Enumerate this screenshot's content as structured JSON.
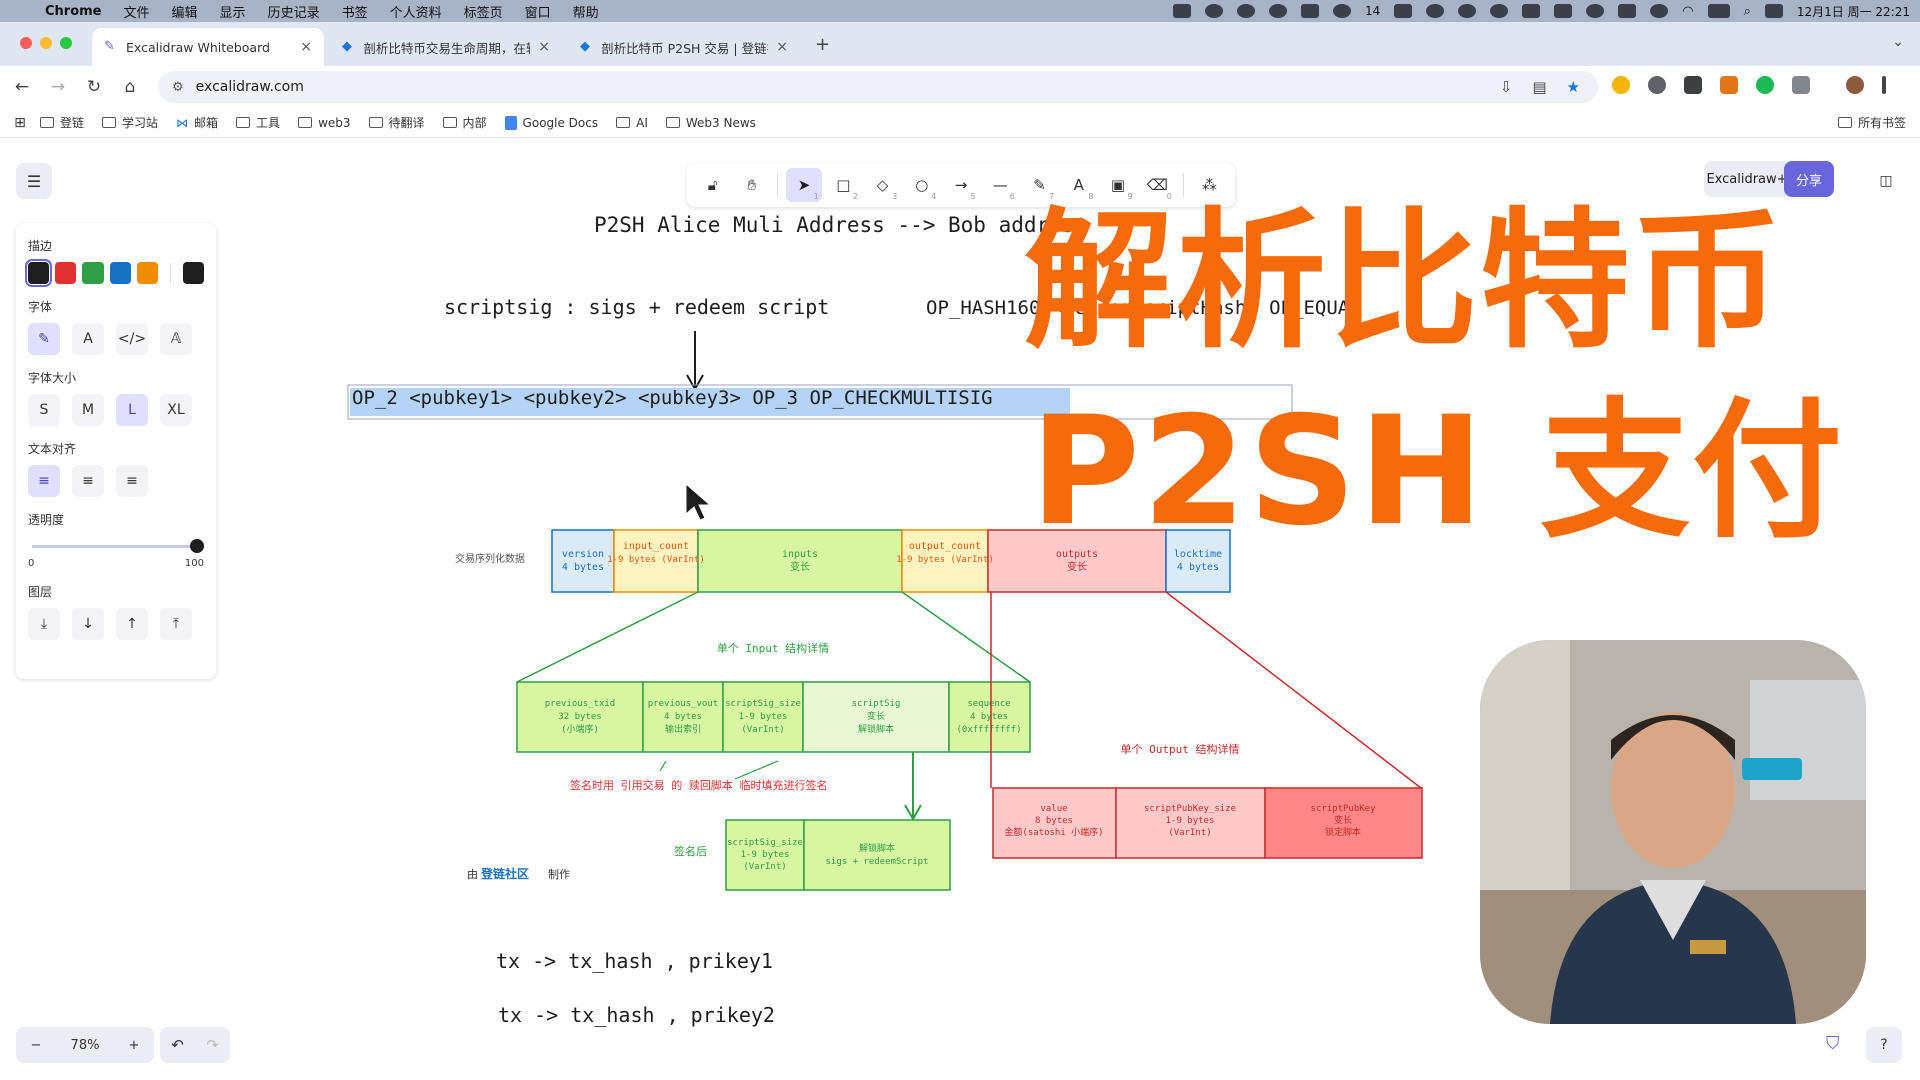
{
  "menubar": {
    "app_name": "Chrome",
    "items": [
      "文件",
      "编辑",
      "显示",
      "历史记录",
      "书签",
      "个人资料",
      "标签页",
      "窗口",
      "帮助"
    ],
    "badge_count": "14",
    "datetime": "12月1日 周一 22:21"
  },
  "tabs": [
    {
      "title": "Excalidraw Whiteboard",
      "active": true
    },
    {
      "title": "剖析比特币交易生命周期，在转",
      "active": false
    },
    {
      "title": "剖析比特币 P2SH 交易 | 登链社",
      "active": false
    }
  ],
  "address": {
    "url": "excalidraw.com"
  },
  "bookmarks": {
    "items": [
      {
        "label": "登链",
        "type": "folder"
      },
      {
        "label": "学习站",
        "type": "folder"
      },
      {
        "label": "邮箱",
        "type": "mail"
      },
      {
        "label": "工具",
        "type": "folder"
      },
      {
        "label": "web3",
        "type": "folder"
      },
      {
        "label": "待翻译",
        "type": "folder"
      },
      {
        "label": "内部",
        "type": "folder"
      },
      {
        "label": "Google Docs",
        "type": "doc"
      },
      {
        "label": "AI",
        "type": "folder"
      },
      {
        "label": "Web3 News",
        "type": "folder"
      }
    ],
    "all_label": "所有书签"
  },
  "toolbar": {
    "tools": [
      {
        "name": "lock",
        "glyph": "🔓︎",
        "num": ""
      },
      {
        "name": "hand",
        "glyph": "✋︎",
        "num": ""
      },
      {
        "name": "selection",
        "glyph": "➤",
        "num": "1"
      },
      {
        "name": "rectangle",
        "glyph": "□",
        "num": "2"
      },
      {
        "name": "diamond",
        "glyph": "◇",
        "num": "3"
      },
      {
        "name": "ellipse",
        "glyph": "○",
        "num": "4"
      },
      {
        "name": "arrow",
        "glyph": "→",
        "num": "5"
      },
      {
        "name": "line",
        "glyph": "—",
        "num": "6"
      },
      {
        "name": "draw",
        "glyph": "✎",
        "num": "7"
      },
      {
        "name": "text",
        "glyph": "A",
        "num": "8"
      },
      {
        "name": "image",
        "glyph": "▣",
        "num": "9"
      },
      {
        "name": "eraser",
        "glyph": "⌫",
        "num": "0"
      },
      {
        "name": "extra-tools",
        "glyph": "⁂",
        "num": ""
      }
    ],
    "library_label": "Excalidraw+",
    "share_label": "分享"
  },
  "props": {
    "stroke_title": "描边",
    "stroke_colors": [
      "#1e1e1e",
      "#e03131",
      "#2f9e44",
      "#1971c2",
      "#f08c00"
    ],
    "current_color": "#1e1e1e",
    "font_title": "字体",
    "font_options": [
      "✎",
      "A",
      "</>",
      "𝔸"
    ],
    "font_size_title": "字体大小",
    "font_sizes": [
      "S",
      "M",
      "L",
      "XL"
    ],
    "font_size_selected": "L",
    "text_align_title": "文本对齐",
    "align_glyphs": [
      "≡",
      "≡",
      "≡"
    ],
    "opacity_title": "透明度",
    "opacity_min": "0",
    "opacity_max": "100",
    "opacity_value": 100,
    "layers_title": "图层",
    "layer_glyphs": [
      "⤓",
      "↓",
      "↑",
      "⤒"
    ]
  },
  "canvas": {
    "heading": "P2SH Alice Muli Address --> Bob addrss",
    "scriptsig_line": "scriptsig : sigs +  redeem script",
    "op_hash_line": "OP_HASH160  <redeemScriptHash>  OP_EQUAL",
    "selected_script": "OP_2 <pubkey1> <pubkey2> <pubkey3> OP_3 OP_CHECKMULTISIG",
    "tx_line_1": "tx  -> tx_hash , prikey1",
    "tx_line_2": "tx -> tx_hash , prikey2",
    "diagram": {
      "row_label": "交易序列化数据",
      "top_boxes": [
        {
          "label": "version",
          "sub": "4 bytes"
        },
        {
          "label": "input_count",
          "sub": "1-9 bytes (VarInt)"
        },
        {
          "label": "inputs",
          "sub": "变长"
        },
        {
          "label": "output_count",
          "sub": "1-9 bytes (VarInt)"
        },
        {
          "label": "outputs",
          "sub": "变长"
        },
        {
          "label": "locktime",
          "sub": "4 bytes"
        }
      ],
      "input_title": "单个 Input 结构详情",
      "input_boxes": [
        {
          "label": "previous_txid",
          "sub": "32 bytes",
          "sub2": "(小端序)"
        },
        {
          "label": "previous_vout",
          "sub": "4 bytes",
          "sub2": "输出索引"
        },
        {
          "label": "scriptSig_size",
          "sub": "1-9 bytes",
          "sub2": "(VarInt)"
        },
        {
          "label": "scriptSig",
          "sub": "变长",
          "sub2": "解锁脚本"
        },
        {
          "label": "sequence",
          "sub": "4 bytes",
          "sub2": "(0xffffffff)"
        }
      ],
      "sign_note": "签名时用 引用交易  的   赎回脚本   临时填充进行签名",
      "signed_label": "签名后",
      "signed_boxes": [
        {
          "label": "scriptSig_size",
          "sub": "1-9 bytes",
          "sub2": "(VarInt)"
        },
        {
          "label": "解锁脚本",
          "sub": "sigs + redeemScript",
          "sub2": ""
        }
      ],
      "output_title": "单个 Output 结构详情",
      "output_boxes": [
        {
          "label": "value",
          "sub": "8 bytes",
          "sub2": "金额(satoshi 小端序)"
        },
        {
          "label": "scriptPubKey_size",
          "sub": "1-9 bytes",
          "sub2": "(VarInt)"
        },
        {
          "label": "scriptPubKey",
          "sub": "变长",
          "sub2": "锁定脚本"
        }
      ],
      "maker_prefix": "由",
      "maker_brand": "登链社区",
      "maker_suffix": "制作"
    }
  },
  "overlay": {
    "line1": "解析比特币",
    "line2": "P2SH 支付",
    "color": "#f56a0a"
  },
  "zoom": {
    "minus": "−",
    "value": "78%",
    "plus": "+"
  },
  "history": {
    "undo": "↶",
    "redo": "↷"
  },
  "help": {
    "glyph": "?"
  }
}
